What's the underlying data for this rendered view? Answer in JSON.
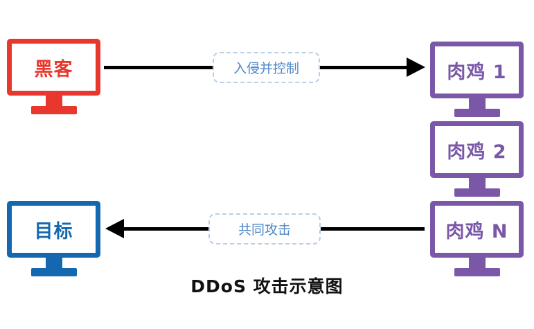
{
  "title": "DDoS 攻击示意图",
  "nodes": {
    "hacker": {
      "label": "黑客",
      "color": "#e8382d"
    },
    "zombie1": {
      "label": "肉鸡 1",
      "color": "#7a57a7"
    },
    "zombie2": {
      "label": "肉鸡 2",
      "color": "#7a57a7"
    },
    "zombieN": {
      "label": "肉鸡 N",
      "color": "#7a57a7"
    },
    "target": {
      "label": "目标",
      "color": "#1368af"
    }
  },
  "arrows": {
    "control": {
      "label": "入侵并控制",
      "text_color": "#4c86c6",
      "border_color": "#b9cfe8",
      "line_color": "#000000"
    },
    "attack": {
      "label": "共同攻击",
      "text_color": "#4c86c6",
      "border_color": "#b9cfe8",
      "line_color": "#000000"
    }
  }
}
